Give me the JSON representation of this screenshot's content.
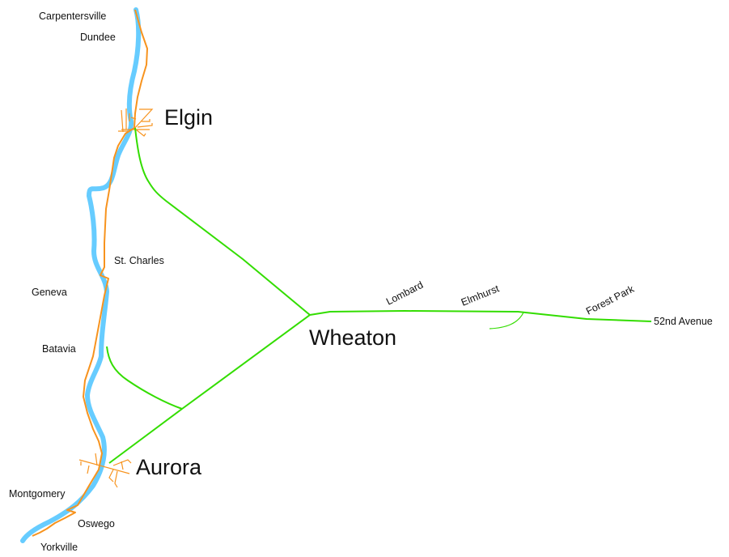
{
  "colors": {
    "river": "#66ccff",
    "fox_river_line": "#f7931e",
    "interurban_line": "#33dd00"
  },
  "towns": {
    "carpentersville": "Carpentersville",
    "dundee": "Dundee",
    "elgin": "Elgin",
    "st_charles": "St. Charles",
    "geneva": "Geneva",
    "batavia": "Batavia",
    "wheaton": "Wheaton",
    "aurora": "Aurora",
    "montgomery": "Montgomery",
    "oswego": "Oswego",
    "yorkville": "Yorkville",
    "lombard": "Lombard",
    "elmhurst": "Elmhurst",
    "forest_park": "Forest Park",
    "52nd_avenue": "52nd Avenue"
  }
}
